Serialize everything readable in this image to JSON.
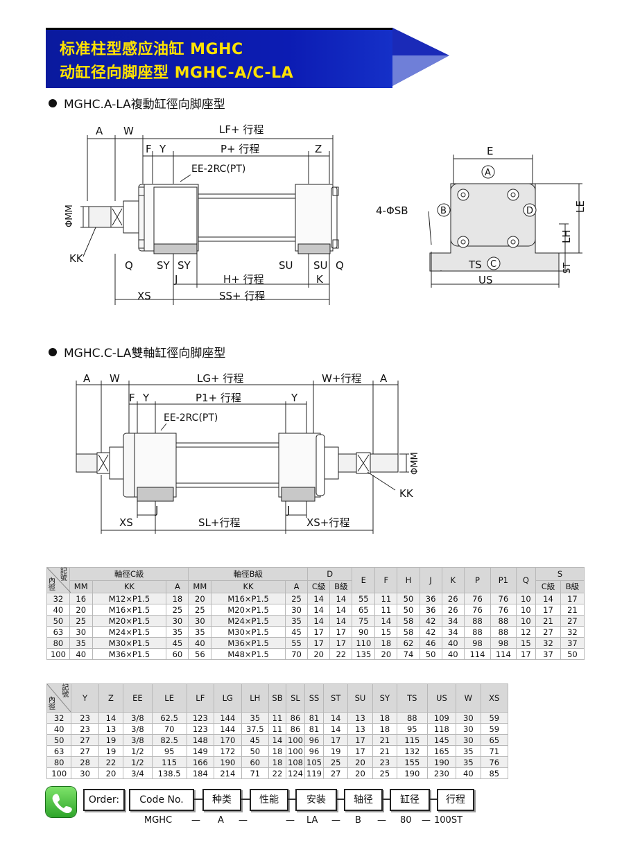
{
  "header": {
    "line1": "标准柱型感应油缸  MGHC",
    "line2": "动缸径向脚座型  MGHC-A/C-LA"
  },
  "sections": [
    {
      "title": "MGHC.A-LA複動缸徑向脚座型"
    },
    {
      "title": "MGHC.C-LA雙軸缸徑向脚座型"
    }
  ],
  "diagram_a": {
    "A": "A",
    "W": "W",
    "LF": "LF+ 行程",
    "F": "F",
    "Y": "Y",
    "P": "P+ 行程",
    "Z": "Z",
    "EE": "EE-2RC(PT)",
    "MM": "ΦMM",
    "KK": "KK",
    "Q": "Q",
    "SY": "SY",
    "SU": "SU",
    "J": "J",
    "H": "H+ 行程",
    "K": "K",
    "XS": "XS",
    "SS": "SS+ 行程"
  },
  "diagram_end": {
    "E": "E",
    "circA": "A",
    "circB": "B",
    "circC": "C",
    "circD": "D",
    "SB": "4-ΦSB",
    "LE": "LE",
    "LH": "LH",
    "TS": "TS",
    "ST": "ST",
    "US": "US"
  },
  "diagram_c": {
    "A": "A",
    "W": "W",
    "LG": "LG+ 行程",
    "W2": "W+行程",
    "F": "F",
    "Y": "Y",
    "P1": "P1+ 行程",
    "EE": "EE-2RC(PT)",
    "MM": "ΦMM",
    "KK": "KK",
    "J": "J",
    "XS": "XS",
    "SL": "SL+行程",
    "XS2": "XS+行程"
  },
  "table1": {
    "corner_a": "記號",
    "corner_b": "內徑",
    "group_c": "軸徑C級",
    "group_b": "軸徑B級",
    "group_d": "D",
    "group_s": "S",
    "h_mm": "MM",
    "h_kk": "KK",
    "h_a": "A",
    "h_dc": "C級",
    "h_db": "B級",
    "h_e": "E",
    "h_f": "F",
    "h_h": "H",
    "h_j": "J",
    "h_k": "K",
    "h_p": "P",
    "h_p1": "P1",
    "h_q": "Q",
    "h_sc": "C級",
    "h_sb": "B級",
    "rows": [
      [
        "32",
        "16",
        "M12×P1.5",
        "18",
        "20",
        "M16×P1.5",
        "25",
        "14",
        "14",
        "55",
        "11",
        "50",
        "36",
        "26",
        "76",
        "76",
        "10",
        "14",
        "17"
      ],
      [
        "40",
        "20",
        "M16×P1.5",
        "25",
        "25",
        "M20×P1.5",
        "30",
        "14",
        "14",
        "65",
        "11",
        "50",
        "36",
        "26",
        "76",
        "76",
        "10",
        "17",
        "21"
      ],
      [
        "50",
        "25",
        "M20×P1.5",
        "30",
        "30",
        "M24×P1.5",
        "35",
        "14",
        "14",
        "75",
        "14",
        "58",
        "42",
        "34",
        "88",
        "88",
        "10",
        "21",
        "27"
      ],
      [
        "63",
        "30",
        "M24×P1.5",
        "35",
        "35",
        "M30×P1.5",
        "45",
        "17",
        "17",
        "90",
        "15",
        "58",
        "42",
        "34",
        "88",
        "88",
        "12",
        "27",
        "32"
      ],
      [
        "80",
        "35",
        "M30×P1.5",
        "45",
        "40",
        "M36×P1.5",
        "55",
        "17",
        "17",
        "110",
        "18",
        "62",
        "46",
        "40",
        "98",
        "98",
        "15",
        "32",
        "37"
      ],
      [
        "100",
        "40",
        "M36×P1.5",
        "60",
        "56",
        "M48×P1.5",
        "70",
        "20",
        "22",
        "135",
        "20",
        "74",
        "50",
        "40",
        "114",
        "114",
        "17",
        "37",
        "50"
      ]
    ]
  },
  "table2": {
    "corner_a": "記號",
    "corner_b": "內徑",
    "headers": [
      "Y",
      "Z",
      "EE",
      "LE",
      "LF",
      "LG",
      "LH",
      "SB",
      "SL",
      "SS",
      "ST",
      "SU",
      "SY",
      "TS",
      "US",
      "W",
      "XS"
    ],
    "rows": [
      [
        "32",
        "23",
        "14",
        "3/8",
        "62.5",
        "123",
        "144",
        "35",
        "11",
        "86",
        "81",
        "14",
        "13",
        "18",
        "88",
        "109",
        "30",
        "59"
      ],
      [
        "40",
        "23",
        "13",
        "3/8",
        "70",
        "123",
        "144",
        "37.5",
        "11",
        "86",
        "81",
        "14",
        "13",
        "18",
        "95",
        "118",
        "30",
        "59"
      ],
      [
        "50",
        "27",
        "19",
        "3/8",
        "82.5",
        "148",
        "170",
        "45",
        "14",
        "100",
        "96",
        "17",
        "17",
        "21",
        "115",
        "145",
        "30",
        "65"
      ],
      [
        "63",
        "27",
        "19",
        "1/2",
        "95",
        "149",
        "172",
        "50",
        "18",
        "100",
        "96",
        "19",
        "17",
        "21",
        "132",
        "165",
        "35",
        "71"
      ],
      [
        "80",
        "28",
        "22",
        "1/2",
        "115",
        "166",
        "190",
        "60",
        "18",
        "108",
        "105",
        "25",
        "20",
        "23",
        "155",
        "190",
        "35",
        "76"
      ],
      [
        "100",
        "30",
        "20",
        "3/4",
        "138.5",
        "184",
        "214",
        "71",
        "22",
        "124",
        "119",
        "27",
        "20",
        "25",
        "190",
        "230",
        "40",
        "85"
      ]
    ]
  },
  "order": {
    "label": "Order:",
    "code_no": "Code No.",
    "type": "种类",
    "perf": "性能",
    "mount": "安装",
    "shaft": "轴径",
    "bore": "缸径",
    "stroke": "行程",
    "ex_model": "MGHC",
    "ex_type": "A",
    "ex_mount": "LA",
    "ex_shaft": "B",
    "ex_bore": "80",
    "ex_stroke": "100ST",
    "sep": "—"
  },
  "colors": {
    "header_bg": "#0c1cb3",
    "header_text": "#ffe200",
    "table_head": "#d8d8d8",
    "phone": "#2ea52a"
  }
}
